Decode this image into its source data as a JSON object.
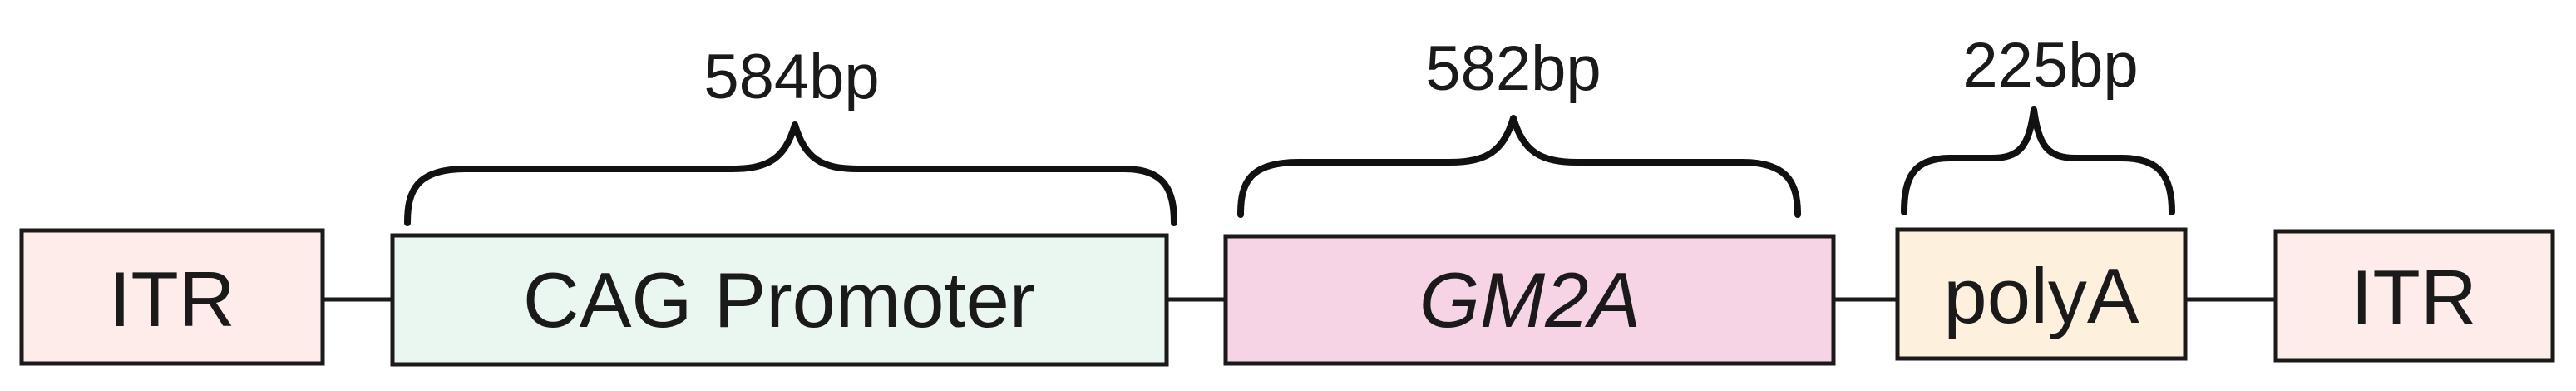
{
  "elements": [
    {
      "id": "itr-left",
      "label": "ITR",
      "italic": false,
      "fill": "#fdecea"
    },
    {
      "id": "cag",
      "label": "CAG Promoter",
      "italic": false,
      "fill": "#eaf7f1"
    },
    {
      "id": "gm2a",
      "label": "GM2A",
      "italic": true,
      "fill": "#f7d3e6"
    },
    {
      "id": "polya",
      "label": "polyA",
      "italic": false,
      "fill": "#fdf0dd"
    },
    {
      "id": "itr-right",
      "label": "ITR",
      "italic": false,
      "fill": "#fdecea"
    }
  ],
  "sizes": {
    "cag": "584bp",
    "gm2a": "582bp",
    "polya": "225bp"
  },
  "colors": {
    "stroke": "#1a1a1a",
    "text": "#1a1a1a"
  }
}
